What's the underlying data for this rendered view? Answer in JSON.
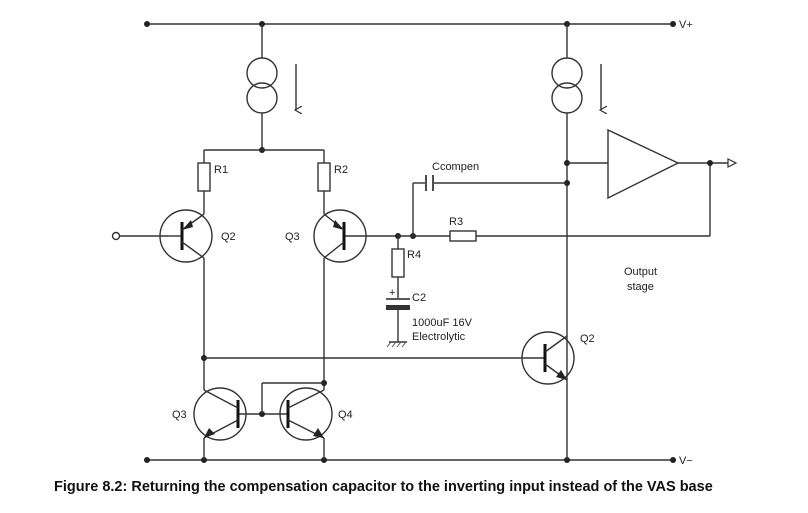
{
  "rails": {
    "positive": "V+",
    "negative": "V−"
  },
  "resistors": {
    "r1": "R1",
    "r2": "R2",
    "r3": "R3",
    "r4": "R4"
  },
  "capacitors": {
    "ccompen": "Ccompen",
    "c2": "C2",
    "c2_value": "1000uF 16V",
    "c2_type": "Electrolytic",
    "c2_polarity": "+"
  },
  "transistors": {
    "input_left": "Q2",
    "input_right": "Q3",
    "mirror_left": "Q3",
    "mirror_right": "Q4",
    "vas": "Q2"
  },
  "output_stage": {
    "line1": "Output",
    "line2": "stage"
  },
  "caption": "Figure 8.2: Returning the compensation capacitor to the inverting input instead of the VAS base"
}
